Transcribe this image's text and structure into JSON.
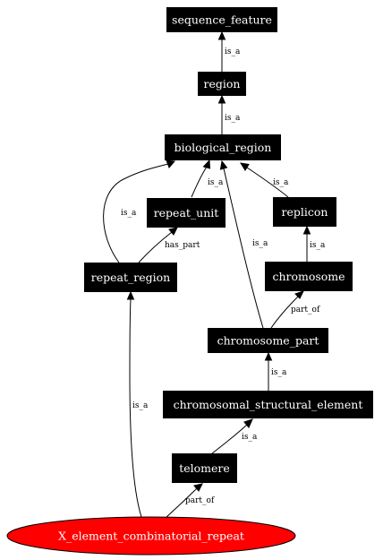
{
  "colors": {
    "node_fill": "#000000",
    "node_text": "#ffffff",
    "root_fill": "#ff0000",
    "edge": "#000000"
  },
  "nodes": {
    "sequence_feature": "sequence_feature",
    "region": "region",
    "biological_region": "biological_region",
    "repeat_unit": "repeat_unit",
    "replicon": "replicon",
    "repeat_region": "repeat_region",
    "chromosome": "chromosome",
    "chromosome_part": "chromosome_part",
    "chromosomal_structural_element": "chromosomal_structural_element",
    "telomere": "telomere",
    "x_element_combinatorial_repeat": "X_element_combinatorial_repeat"
  },
  "edges": [
    {
      "id": "region-sequence_feature",
      "from": "region",
      "to": "sequence_feature",
      "label": "is_a"
    },
    {
      "id": "biological_region-region",
      "from": "biological_region",
      "to": "region",
      "label": "is_a"
    },
    {
      "id": "repeat_region-biological_region",
      "from": "repeat_region",
      "to": "biological_region",
      "label": "is_a"
    },
    {
      "id": "repeat_unit-biological_region",
      "from": "repeat_unit",
      "to": "biological_region",
      "label": "is_a"
    },
    {
      "id": "chromosome_part-biological_region",
      "from": "chromosome_part",
      "to": "biological_region",
      "label": "is_a"
    },
    {
      "id": "replicon-biological_region",
      "from": "replicon",
      "to": "biological_region",
      "label": "is_a"
    },
    {
      "id": "repeat_region-repeat_unit",
      "from": "repeat_region",
      "to": "repeat_unit",
      "label": "has_part"
    },
    {
      "id": "chromosome-replicon",
      "from": "chromosome",
      "to": "replicon",
      "label": "is_a"
    },
    {
      "id": "chromosome_part-chromosome",
      "from": "chromosome_part",
      "to": "chromosome",
      "label": "part_of"
    },
    {
      "id": "chromosomal_structural_element-chromosome_part",
      "from": "chromosomal_structural_element",
      "to": "chromosome_part",
      "label": "is_a"
    },
    {
      "id": "telomere-chromosomal_structural_element",
      "from": "telomere",
      "to": "chromosomal_structural_element",
      "label": "is_a"
    },
    {
      "id": "x_element_combinatorial_repeat-telomere",
      "from": "x_element_combinatorial_repeat",
      "to": "telomere",
      "label": "part_of"
    },
    {
      "id": "x_element_combinatorial_repeat-repeat_region",
      "from": "x_element_combinatorial_repeat",
      "to": "repeat_region",
      "label": "is_a"
    }
  ]
}
